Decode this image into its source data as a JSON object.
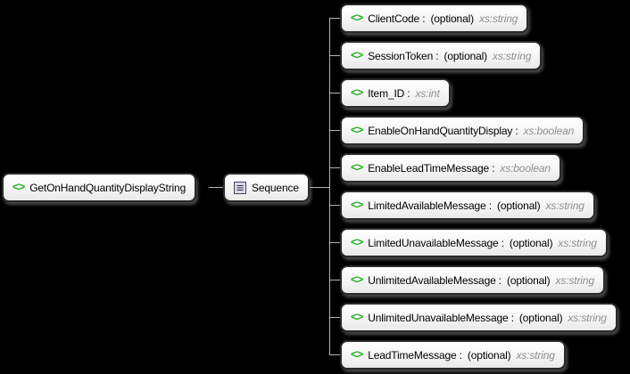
{
  "diagram": {
    "kind": "xml-schema-element-diagram",
    "root": {
      "label": "GetOnHandQuantityDisplayString"
    },
    "sequence": {
      "label": "Sequence"
    },
    "children": [
      {
        "label": "ClientCode :",
        "modifier": "(optional)",
        "type": "xs:string"
      },
      {
        "label": "SessionToken :",
        "modifier": "(optional)",
        "type": "xs:string"
      },
      {
        "label": "Item_ID :",
        "modifier": "",
        "type": "xs:int"
      },
      {
        "label": "EnableOnHandQuantityDisplay :",
        "modifier": "",
        "type": "xs:boolean"
      },
      {
        "label": "EnableLeadTimeMessage :",
        "modifier": "",
        "type": "xs:boolean"
      },
      {
        "label": "LimitedAvailableMessage :",
        "modifier": "(optional)",
        "type": "xs:string"
      },
      {
        "label": "LimitedUnavailableMessage :",
        "modifier": "(optional)",
        "type": "xs:string"
      },
      {
        "label": "UnlimitedAvailableMessage :",
        "modifier": "(optional)",
        "type": "xs:string"
      },
      {
        "label": "UnlimitedUnavailableMessage :",
        "modifier": "(optional)",
        "type": "xs:string"
      },
      {
        "label": "LeadTimeMessage :",
        "modifier": "(optional)",
        "type": "xs:string"
      }
    ],
    "colors": {
      "background": "#000000",
      "element_icon_green": "#27b127",
      "type_text_gray": "#8f8f8f",
      "connector_gray": "#b4b4b4",
      "node_border": "#2a2a2a",
      "sequence_icon_fill": "#d9d9ea"
    }
  }
}
